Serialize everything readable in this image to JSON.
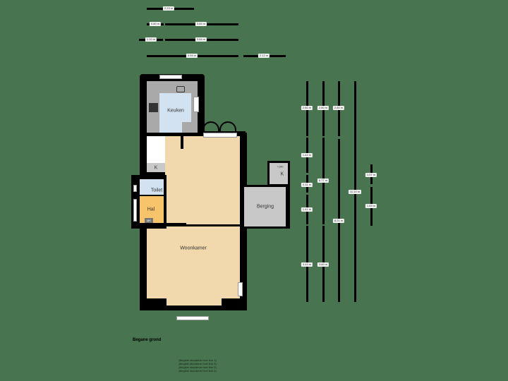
{
  "floor_label": "Begane grond",
  "footer_text": [
    "(illegible disclaimer text line 1)",
    "(illegible disclaimer text line 2)",
    "(illegible disclaimer text line 3)",
    "(illegible disclaimer text line 4)"
  ],
  "rooms": {
    "keuken": "Keuken",
    "toilet": "Toilet",
    "hal": "Hal",
    "woonkamer": "Woonkamer",
    "berging": "Berging",
    "kast1": "K",
    "kast2": "K",
    "mk": "MK",
    "height_tag": "+190"
  },
  "dimensions": {
    "top": [
      {
        "label": "2.23 m"
      },
      {
        "label": "0.80 m"
      },
      {
        "label": "3.84 m"
      },
      {
        "label": "1.10 m"
      },
      {
        "label": "3.84 m"
      },
      {
        "label": "4.94 m"
      },
      {
        "label": "2.12 m"
      }
    ],
    "right": [
      {
        "label": "2.80 m"
      },
      {
        "label": "2.80 m"
      },
      {
        "label": "2.80 m"
      },
      {
        "label": "1.44 m"
      },
      {
        "label": "0.31 m"
      },
      {
        "label": "1.41 m"
      },
      {
        "label": "3.43 m"
      },
      {
        "label": "6.77 m"
      },
      {
        "label": "3.60 m"
      },
      {
        "label": "8.21 m"
      },
      {
        "label": "11.10 m"
      },
      {
        "label": "1.07 m"
      },
      {
        "label": "1.83 m"
      }
    ]
  },
  "colors": {
    "background": "#48744f",
    "living": "#f2d8ad",
    "kitchen": "#d3e2f0",
    "hall": "#f7c46b",
    "storage": "#c8c8c8",
    "counter": "#a9a9a9"
  }
}
